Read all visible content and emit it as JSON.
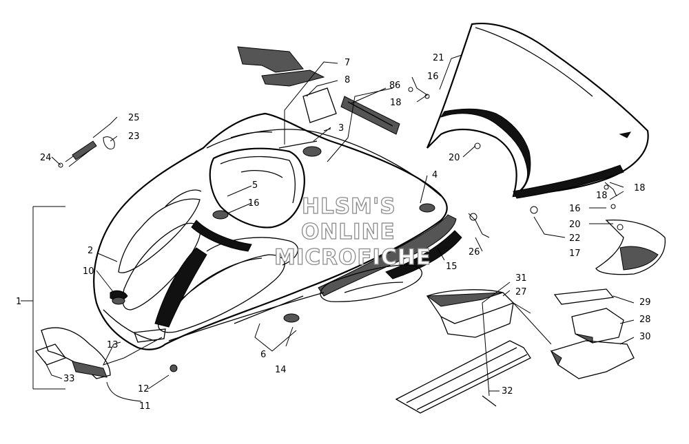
{
  "watermark": {
    "lines": [
      "HLSM'S",
      "ONLINE",
      "MICROFICHE"
    ]
  },
  "callouts": [
    {
      "key": "c1",
      "text": "1"
    },
    {
      "key": "c2",
      "text": "2"
    },
    {
      "key": "c3",
      "text": "3"
    },
    {
      "key": "c4",
      "text": "4"
    },
    {
      "key": "c5",
      "text": "5"
    },
    {
      "key": "c6a",
      "text": "6"
    },
    {
      "key": "c6b",
      "text": "6"
    },
    {
      "key": "c7",
      "text": "7"
    },
    {
      "key": "c8a",
      "text": "8"
    },
    {
      "key": "c8b",
      "text": "8"
    },
    {
      "key": "c10",
      "text": "10"
    },
    {
      "key": "c11",
      "text": "11"
    },
    {
      "key": "c12",
      "text": "12"
    },
    {
      "key": "c13",
      "text": "13"
    },
    {
      "key": "c14",
      "text": "14"
    },
    {
      "key": "c15",
      "text": "15"
    },
    {
      "key": "c16a",
      "text": "16"
    },
    {
      "key": "c16b",
      "text": "16"
    },
    {
      "key": "c16c",
      "text": "16"
    },
    {
      "key": "c17",
      "text": "17"
    },
    {
      "key": "c18a",
      "text": "18"
    },
    {
      "key": "c18b",
      "text": "18"
    },
    {
      "key": "c18c",
      "text": "18"
    },
    {
      "key": "c20a",
      "text": "20"
    },
    {
      "key": "c20b",
      "text": "20"
    },
    {
      "key": "c21",
      "text": "21"
    },
    {
      "key": "c22",
      "text": "22"
    },
    {
      "key": "c23",
      "text": "23"
    },
    {
      "key": "c24",
      "text": "24"
    },
    {
      "key": "c25",
      "text": "25"
    },
    {
      "key": "c26",
      "text": "26"
    },
    {
      "key": "c27",
      "text": "27"
    },
    {
      "key": "c28",
      "text": "28"
    },
    {
      "key": "c29",
      "text": "29"
    },
    {
      "key": "c30",
      "text": "30"
    },
    {
      "key": "c31",
      "text": "31"
    },
    {
      "key": "c32",
      "text": "32"
    },
    {
      "key": "c33",
      "text": "33"
    }
  ]
}
